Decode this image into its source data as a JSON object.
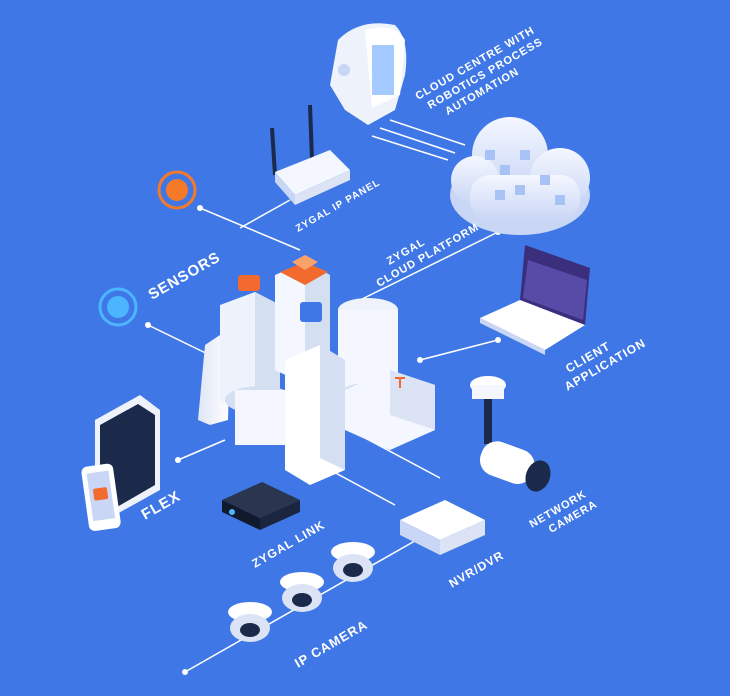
{
  "labels": {
    "cloud_centre_1": "CLOUD CENTRE WITH",
    "cloud_centre_2": "ROBOTICS PROCESS",
    "cloud_centre_3": "AUTOMATION",
    "ip_panel": "ZYGAL IP PANEL",
    "platform_1": "ZYGAL",
    "platform_2": "CLOUD PLATFORM",
    "sensors": "SENSORS",
    "client_1": "CLIENT",
    "client_2": "APPLICATION",
    "flex": "FLEX",
    "network_1": "NETWORK",
    "network_2": "CAMERA",
    "link": "ZYGAL LINK",
    "nvr": "NVR/DVR",
    "ip_camera": "IP CAMERA"
  },
  "colors": {
    "background": "#3f78e6",
    "line": "#ffffff",
    "sensor_orange": "#f47a2a",
    "sensor_blue": "#4bb5ff",
    "accent_orange": "#f26a2e",
    "screen_purple": "#3b2f7d"
  },
  "icons": {
    "head": "robot-head-icon",
    "cloud": "cloud-icon",
    "router": "router-icon",
    "laptop": "laptop-icon",
    "phone": "smartphone-lock-icon",
    "panel": "access-panel-icon",
    "camera": "bullet-camera-icon",
    "nvr": "nvr-box-icon",
    "link": "link-hub-icon",
    "dome": "dome-camera-icon"
  }
}
